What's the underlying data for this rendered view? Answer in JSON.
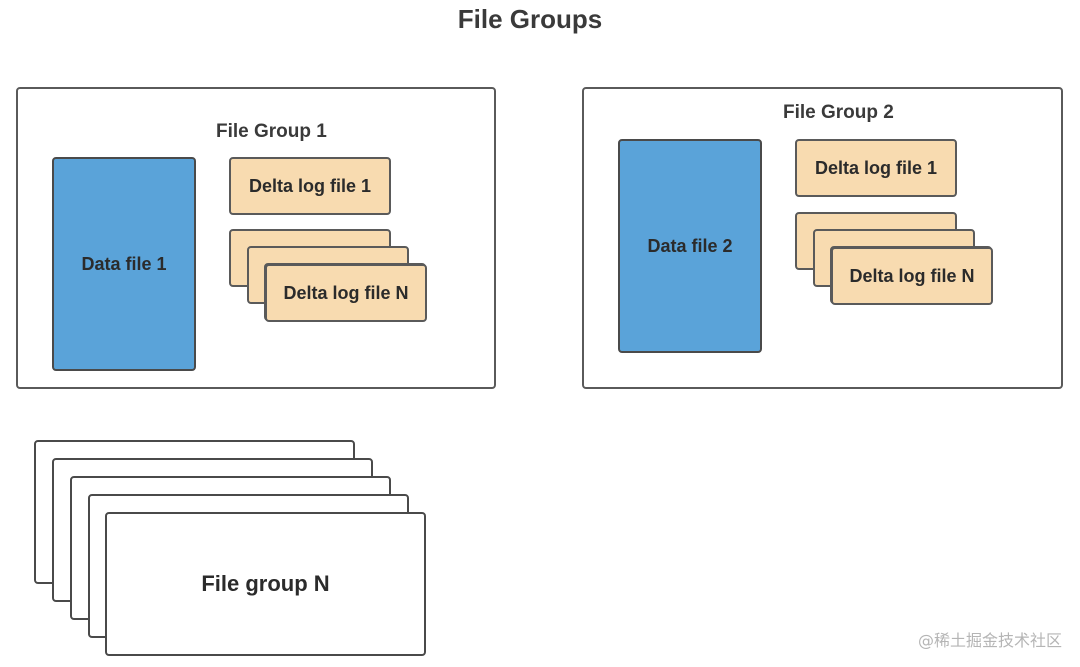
{
  "title": "File Groups",
  "groups": [
    {
      "label": "File Group 1",
      "data_file": "Data file 1",
      "delta_first": "Delta log file 1",
      "delta_last": "Delta log file N"
    },
    {
      "label": "File Group 2",
      "data_file": "Data file 2",
      "delta_first": "Delta log file 1",
      "delta_last": "Delta log file N"
    }
  ],
  "group_n": "File group N",
  "watermark": "@稀土掘金技术社区",
  "colors": {
    "data_file": "#5aa3d9",
    "delta_file": "#f8dbb0",
    "border": "#5a5a5a"
  }
}
